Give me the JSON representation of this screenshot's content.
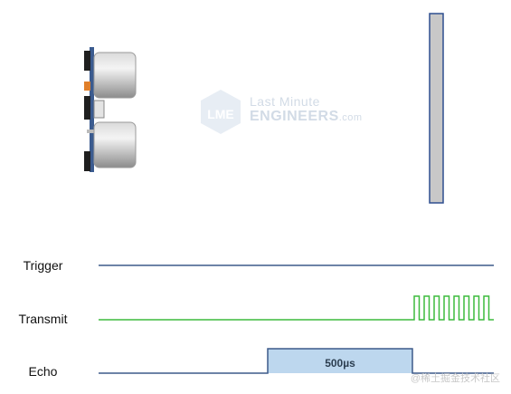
{
  "watermark": {
    "line1": "Last Minute",
    "line2": "ENGINEERS",
    "line2_suffix": ".com"
  },
  "labels": {
    "trigger": "Trigger",
    "transmit": "Transmit",
    "echo": "Echo"
  },
  "echo_pulse_label": "500µs",
  "footer_mark": "@稀土掘金技术社区",
  "colors": {
    "trigger_line": "#3d5a8a",
    "transmit_line": "#3dbb3d",
    "echo_line": "#3d5a8a",
    "echo_fill": "#bdd7ee",
    "obstacle_fill": "#c8c8c8",
    "obstacle_border": "#2f4f8f",
    "pcb": "#3b5b8f"
  }
}
